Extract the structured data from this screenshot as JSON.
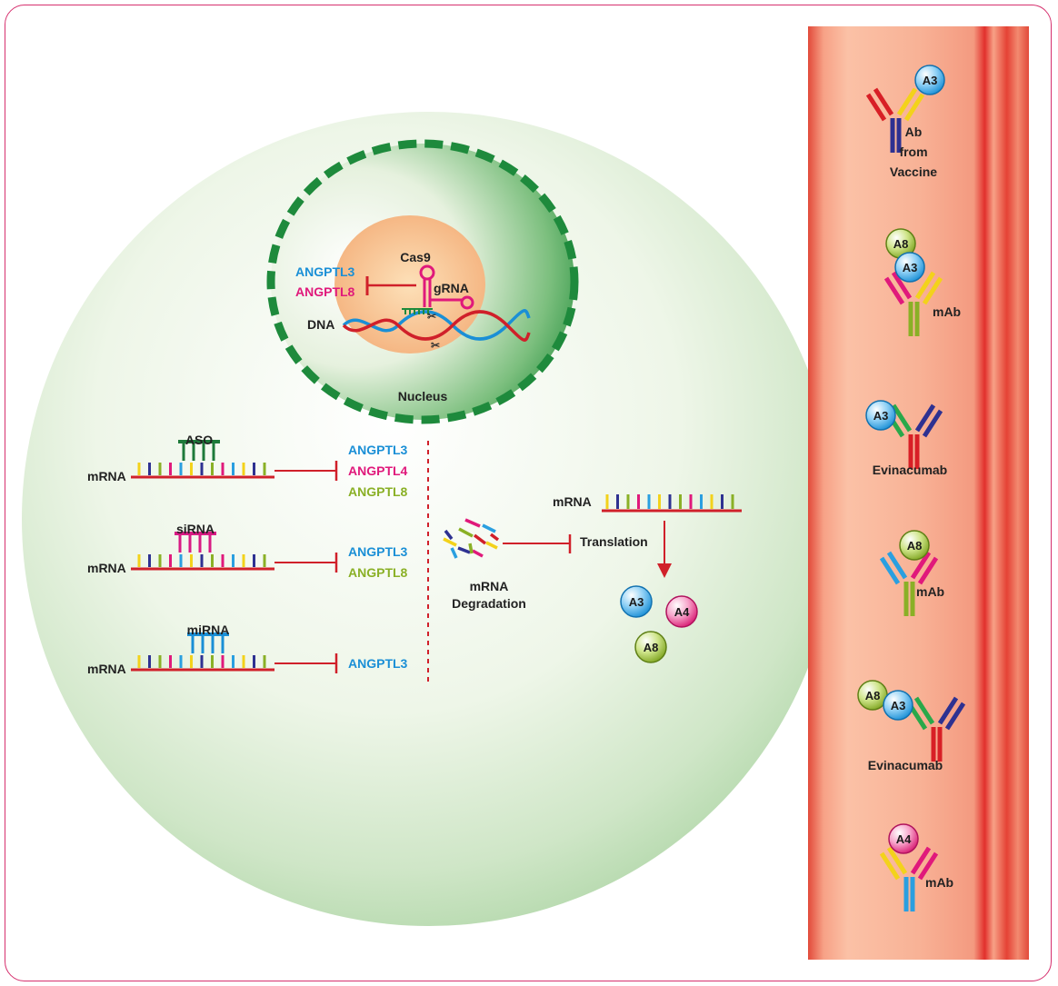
{
  "colors": {
    "frame": "#d6306e",
    "blue_gene": "#1a8fd6",
    "pink_gene": "#e0197b",
    "green_gene": "#8ab026",
    "inhibit": "#d0202a",
    "vessel_dark": "#e2362f",
    "vessel_light": "#f6a48a"
  },
  "nucleus": {
    "label": "Nucleus",
    "cas9": "Cas9",
    "grna": "gRNA",
    "dna": "DNA",
    "targets": [
      {
        "text": "ANGPTL3",
        "color": "#1a8fd6"
      },
      {
        "text": "ANGPTL8",
        "color": "#e0197b"
      }
    ]
  },
  "rna_therapies": [
    {
      "agent": "ASO",
      "mrna_label": "mRNA",
      "agent_color": "#1e7a3a",
      "targets": [
        {
          "text": "ANGPTL3",
          "color": "#1a8fd6"
        },
        {
          "text": "ANGPTL4",
          "color": "#e0197b"
        },
        {
          "text": "ANGPTL8",
          "color": "#8ab026"
        }
      ]
    },
    {
      "agent": "siRNA",
      "mrna_label": "mRNA",
      "agent_color": "#d81b84",
      "targets": [
        {
          "text": "ANGPTL3",
          "color": "#1a8fd6"
        },
        {
          "text": "ANGPTL8",
          "color": "#8ab026"
        }
      ]
    },
    {
      "agent": "miRNA",
      "mrna_label": "mRNA",
      "agent_color": "#1a8fd6",
      "targets": [
        {
          "text": "ANGPTL3",
          "color": "#1a8fd6"
        }
      ]
    }
  ],
  "translation": {
    "mrna_label": "mRNA",
    "degradation_line1": "mRNA",
    "degradation_line2": "Degradation",
    "translation_label": "Translation",
    "proteins": [
      {
        "text": "A3",
        "color": "#2a9fe0"
      },
      {
        "text": "A4",
        "color": "#e0197b"
      },
      {
        "text": "A8",
        "color": "#8ab026"
      }
    ]
  },
  "vessel": {
    "groups": [
      {
        "antigens": [
          {
            "text": "A3",
            "color": "#2a9fe0"
          }
        ],
        "label_lines": [
          "Ab",
          "from",
          "Vaccine"
        ],
        "arm_colors": [
          "#d81f26",
          "#f3d21b",
          "#2e3191"
        ]
      },
      {
        "antigens": [
          {
            "text": "A8",
            "color": "#8ab026"
          },
          {
            "text": "A3",
            "color": "#2a9fe0"
          }
        ],
        "label_lines": [
          "mAb"
        ],
        "arm_colors": [
          "#e0197b",
          "#f3d21b",
          "#8ab026"
        ]
      },
      {
        "antigens": [
          {
            "text": "A3",
            "color": "#2a9fe0"
          }
        ],
        "label_lines": [
          "Evinacumab"
        ],
        "arm_colors": [
          "#2aa84a",
          "#2e3191",
          "#d81f26"
        ]
      },
      {
        "antigens": [
          {
            "text": "A8",
            "color": "#8ab026"
          }
        ],
        "label_lines": [
          "mAb"
        ],
        "arm_colors": [
          "#2a9fe0",
          "#e0197b",
          "#8ab026"
        ]
      },
      {
        "antigens": [
          {
            "text": "A8",
            "color": "#8ab026"
          },
          {
            "text": "A3",
            "color": "#2a9fe0"
          }
        ],
        "label_lines": [
          "Evinacumab"
        ],
        "arm_colors": [
          "#2aa84a",
          "#2e3191",
          "#d81f26"
        ]
      },
      {
        "antigens": [
          {
            "text": "A4",
            "color": "#e0197b"
          }
        ],
        "label_lines": [
          "mAb"
        ],
        "arm_colors": [
          "#f3d21b",
          "#e0197b",
          "#2a9fe0"
        ]
      }
    ]
  }
}
